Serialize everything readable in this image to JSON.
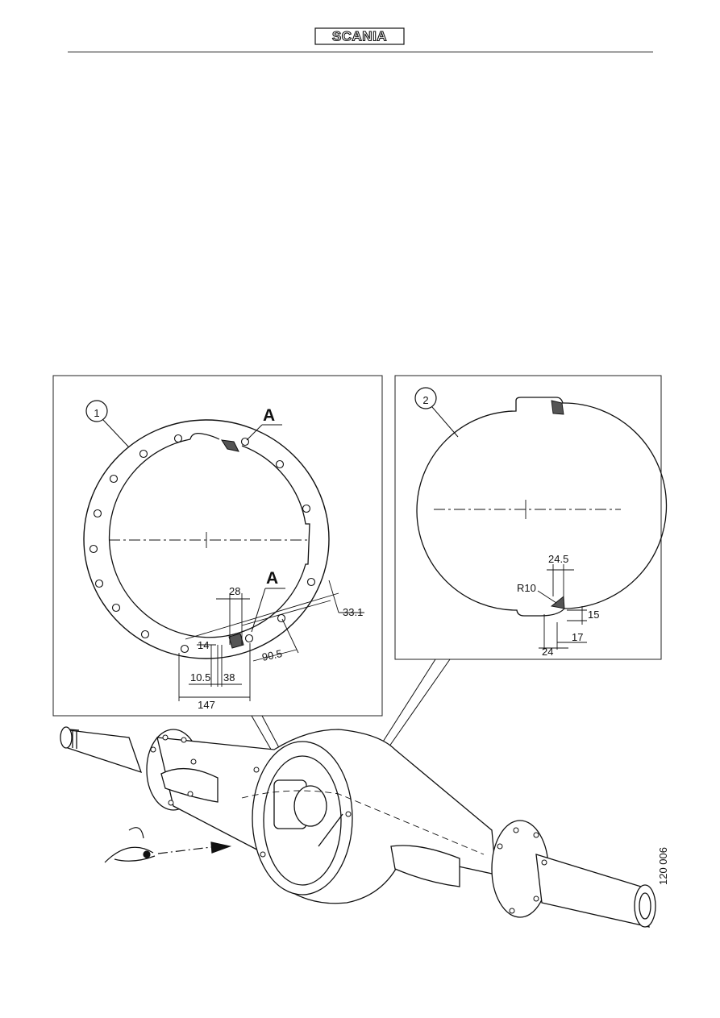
{
  "header": {
    "brand": "SCANIA"
  },
  "panel1": {
    "number": "1",
    "marker_top": "A",
    "marker_bottom": "A",
    "dims": {
      "d28": "28",
      "d33_1": "33.1",
      "d14": "14",
      "d90_5": "90.5",
      "d10_5": "10.5",
      "d38": "38",
      "d147": "147"
    }
  },
  "panel2": {
    "number": "2",
    "dims": {
      "d24_5": "24.5",
      "r10": "R10",
      "d15": "15",
      "d17": "17",
      "d24": "24"
    }
  },
  "figure_number": "120 006"
}
